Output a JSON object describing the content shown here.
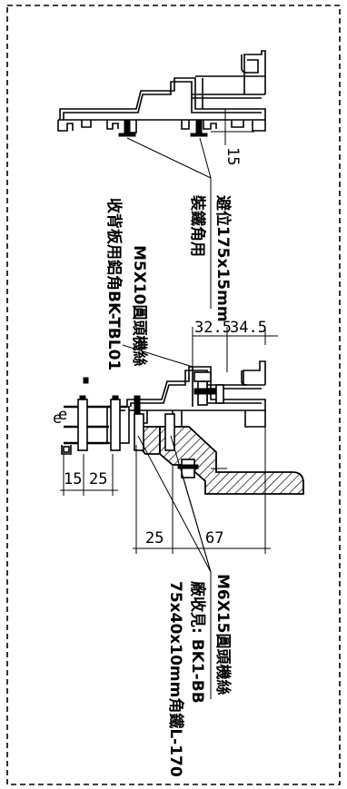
{
  "notes": {
    "avoid_clearance": "避位175x15mm",
    "for_fastening_angle": "裝鐵角用",
    "m5_screw": "M5X10圓頭機絲",
    "back_panel_angle": "收背板用鋁角BK-TBL01",
    "m6_screw": "M6X15圓頭機絲",
    "factory_closing": "廠收見: BK1-BB",
    "steel_angle": "75x40x10mm角鐵L-170"
  },
  "dimensions": {
    "d15_top": "15",
    "d32_5": "32.5",
    "d34_5": "34.5",
    "d15_bottom": "15",
    "d25_left": "25",
    "d25_bottom": "25",
    "d67": "67"
  }
}
